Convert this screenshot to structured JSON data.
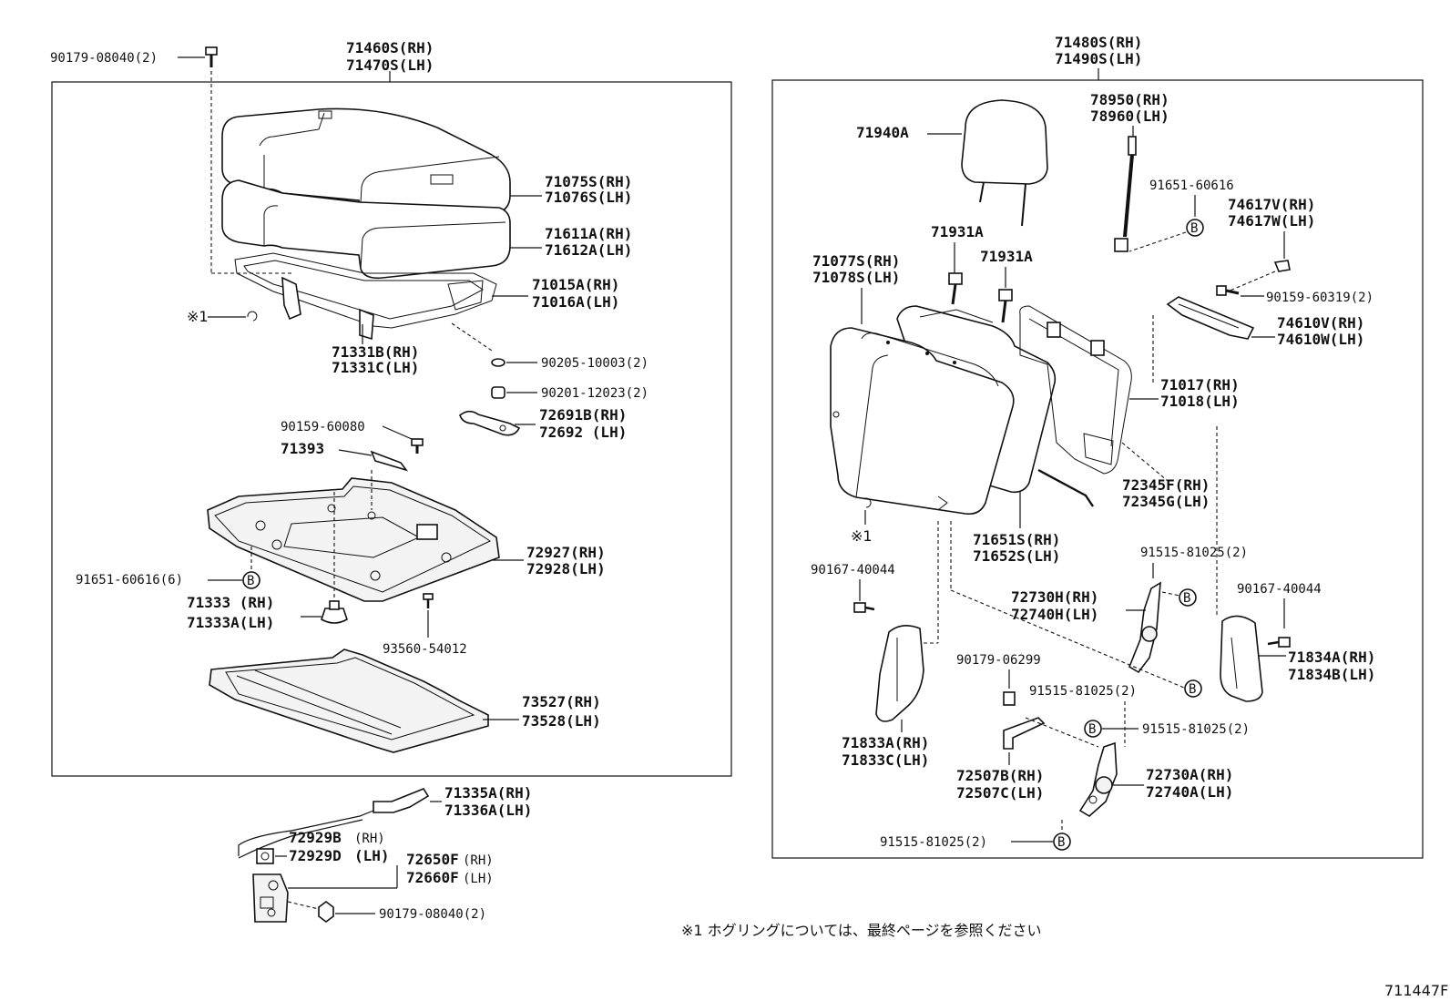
{
  "left": {
    "assembly": [
      "71460S(RH)",
      "71470S(LH)"
    ],
    "bolt_top": "90179-08040(2)",
    "cushion_cover": [
      "71075S(RH)",
      "71076S(LH)"
    ],
    "cushion_pad": [
      "71611A(RH)",
      "71612A(LH)"
    ],
    "cushion_frame": [
      "71015A(RH)",
      "71016A(LH)"
    ],
    "ring_mark": "※1",
    "hinge": [
      "71331B(RH)",
      "71331C(LH)"
    ],
    "washer": "90205-10003(2)",
    "nut": "90201-12023(2)",
    "bracket": [
      "72691B(RH)",
      "72692 (LH)"
    ],
    "screw": "90159-60080",
    "handle": "71393",
    "pan": [
      "72927(RH)",
      "72928(LH)"
    ],
    "clip": "91651-60616(6)",
    "callout_b": "B",
    "stopper": [
      "71333 (RH)",
      "71333A(LH)"
    ],
    "fastener": "93560-54012",
    "carpet": [
      "73527(RH)",
      "73528(LH)"
    ],
    "cable": [
      "71335A(RH)",
      "71336A(LH)"
    ],
    "lock_small": [
      "72929B",
      "(RH)",
      "72929D",
      "(LH)"
    ],
    "lock_big": [
      "72650F",
      "(RH)",
      "72660F",
      "(LH)"
    ],
    "bolt_bottom": "90179-08040(2)"
  },
  "right": {
    "assembly": [
      "71480S(RH)",
      "71490S(LH)"
    ],
    "headrest": "71940A",
    "belt": [
      "78950(RH)",
      "78960(LH)"
    ],
    "clip": "91651-60616",
    "callout_b": "B",
    "cover_clip": [
      "74617V(RH)",
      "74617W(LH)"
    ],
    "guide_left": "71931A",
    "guide_right": "71931A",
    "back_cover": [
      "71077S(RH)",
      "71078S(LH)"
    ],
    "screw": "90159-60319(2)",
    "grip": [
      "74610V(RH)",
      "74610W(LH)"
    ],
    "back_frame": [
      "71017(RH)",
      "71018(LH)"
    ],
    "rod": [
      "72345F(RH)",
      "72345G(LH)"
    ],
    "ring_mark": "※1",
    "back_pad": [
      "71651S(RH)",
      "71652S(LH)"
    ],
    "screw_left": "90167-40044",
    "bolt_upper": "91515-81025(2)",
    "screw_right": "90167-40044",
    "recliner_upper": [
      "72730H(RH)",
      "72740H(LH)"
    ],
    "garnish_right": [
      "71834A(RH)",
      "71834B(LH)"
    ],
    "bolt_small": "90179-06299",
    "bolt_mid": "91515-81025(2)",
    "bolt_mid2": "91515-81025(2)",
    "garnish_left": [
      "71833A(RH)",
      "71833C(LH)"
    ],
    "link": [
      "72507B(RH)",
      "72507C(LH)"
    ],
    "recliner_lower": [
      "72730A(RH)",
      "72740A(LH)"
    ],
    "bolt_lower": "91515-81025(2)"
  },
  "footnote": "※1 ホグリングについては、最終ページを参照ください",
  "diagram_code": "711447F"
}
